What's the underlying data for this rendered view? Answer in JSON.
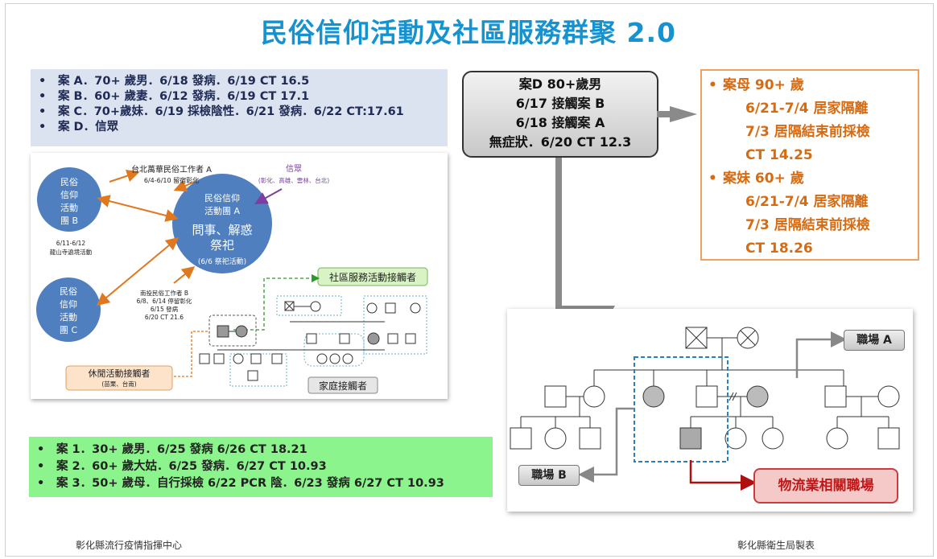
{
  "title": "民俗信仰活動及社區服務群聚 2.0",
  "top_cases": [
    "案 A．70+ 歲男．6/18 發病．6/19 CT 16.5",
    "案 B．60+ 歲妻．6/12 發病．6/19 CT 17.1",
    "案 C．70+歲妹．6/19 採檢陰性．6/21 發病．6/22 CT:17.61",
    "案 D．信眾"
  ],
  "network": {
    "circle_b": [
      "民俗",
      "信仰",
      "活動",
      "團 B"
    ],
    "circle_c": [
      "民俗",
      "信仰",
      "活動",
      "團 C"
    ],
    "circle_a_top": [
      "民俗信仰",
      "活動團 A"
    ],
    "circle_a_main": [
      "問事、解惑",
      "祭祀"
    ],
    "circle_a_note": "(6/6 祭祀活動)",
    "worker_a": [
      "台北萬華民俗工作者 A",
      "6/4-6/10 留宿彰化"
    ],
    "believers": [
      "信眾",
      "(彰化、高雄、雲林、台北)"
    ],
    "b_note": [
      "6/11-6/12",
      "龍山寺遶境活動"
    ],
    "worker_b": [
      "南投民俗工作者 B",
      "6/8、6/14 停留彰化",
      "6/15 發病",
      "6/20 CT 21.6"
    ],
    "community_contact": "社區服務活動接觸者",
    "leisure_contact": [
      "休閒活動接觸者",
      "(苗栗、台南)"
    ],
    "family_contact": "家庭接觸者"
  },
  "case_d": [
    "案D 80+歲男",
    "6/17 接觸案 B",
    "6/18 接觸案 A",
    "無症狀．6/20 CT 12.3"
  ],
  "mother_box": [
    {
      "kind": "main",
      "text": "案母 90+ 歲"
    },
    {
      "kind": "sub",
      "text": "6/21-7/4 居家隔離"
    },
    {
      "kind": "sub",
      "text": "7/3 居隔結束前採檢"
    },
    {
      "kind": "sub",
      "text": "CT 14.25"
    },
    {
      "kind": "main",
      "text": "案妹 60+ 歲"
    },
    {
      "kind": "sub",
      "text": "6/21-7/4 居家隔離"
    },
    {
      "kind": "sub",
      "text": "7/3 居隔結束前採檢"
    },
    {
      "kind": "sub",
      "text": "CT 18.26"
    }
  ],
  "bottom_cases": [
    "案 1．30+ 歲男．6/25 發病 6/26 CT 18.21",
    "案 2．60+ 歲大姑．6/25 發病．6/27 CT 10.93",
    "案 3．50+ 歲母．自行採檢 6/22 PCR 陰．6/23 發病 6/27 CT 10.93"
  ],
  "workplace_a": "職場 A",
  "workplace_b": "職場 B",
  "logistics": "物流業相關職場",
  "footer_left": "彰化縣流行疫情指揮中心",
  "footer_right": "彰化縣衛生局製表",
  "colors": {
    "title": "#1592d0",
    "circle": "#4f7fbf",
    "orange": "#e07820",
    "red_arrow": "#b01010",
    "green_box": "#8cf48c"
  }
}
